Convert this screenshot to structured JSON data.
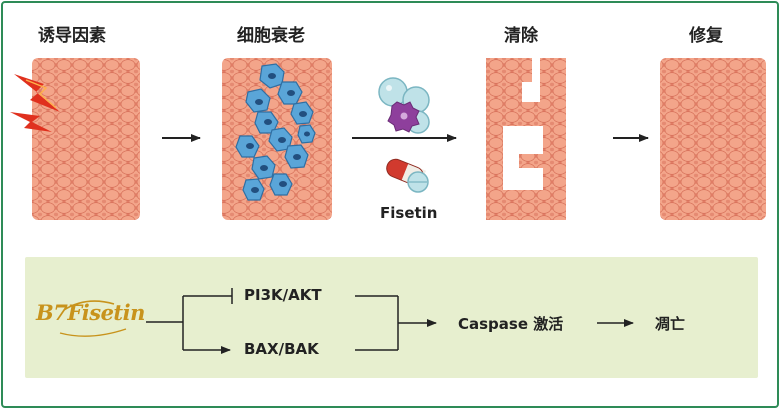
{
  "stages": [
    {
      "id": "induce",
      "title": "诱导因素"
    },
    {
      "id": "senescence",
      "title": "细胞衰老"
    },
    {
      "id": "clear",
      "title": "清除"
    },
    {
      "id": "repair",
      "title": "修复"
    }
  ],
  "drug_label": "Fisetin",
  "pathway": {
    "logo_text": "B7Fisetin",
    "upper_target": "PI3K/AKT",
    "lower_target": "BAX/BAK",
    "activation": "Caspase 激活",
    "outcome": "凋亡"
  },
  "colors": {
    "frame": "#2e8b57",
    "normal_cell": "#f3a58a",
    "senescent_cell": "#5aa5d8",
    "pathway_bg": "#e7efcf",
    "logo": "#c8931c"
  }
}
